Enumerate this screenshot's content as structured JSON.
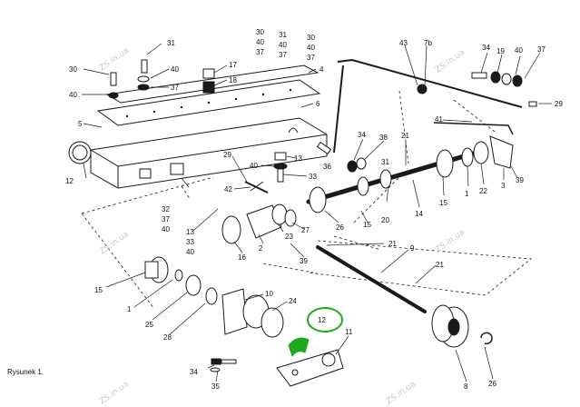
{
  "caption": "Rysunek 1.",
  "watermark": "ZS.in.ua",
  "labels": {
    "l31a": "31",
    "l40a": "40",
    "l37a": "37",
    "l30a": "30",
    "l40b": "40",
    "l17": "17",
    "l18": "18",
    "l30_c1": "30",
    "l40_c1": "40",
    "l37_c1": "37",
    "l31_c2": "31",
    "l40_c2": "40",
    "l37_c2": "37",
    "l30_c3": "30",
    "l40_c3": "40",
    "l37_c3": "37",
    "l4": "4",
    "l5": "5",
    "l6": "6",
    "l43": "43",
    "l7b": "7b",
    "l34a": "34",
    "l19": "19",
    "l40c": "40",
    "l37b": "37",
    "l29a": "29",
    "l41": "41",
    "l12a": "12",
    "l34b": "34",
    "l38": "38",
    "l21a": "21",
    "l36": "36",
    "l13a": "13",
    "l40d": "40",
    "l33a": "33",
    "l29b": "29",
    "l42": "42",
    "l32": "32",
    "l37c": "37",
    "l40e": "40",
    "l13b": "13",
    "l33b": "33",
    "l40f": "40",
    "l31b": "31",
    "l20": "20",
    "l14": "14",
    "l15a": "15",
    "l1a": "1",
    "l22": "22",
    "l3": "3",
    "l39a": "39",
    "l26a": "26",
    "l27": "27",
    "l23": "23",
    "l15b": "15",
    "l2": "2",
    "l16": "16",
    "l39b": "39",
    "l21b": "21",
    "l9": "9",
    "l21c": "21",
    "l15c": "15",
    "l1b": "1",
    "l25": "25",
    "l28": "28",
    "l10": "10",
    "l24": "24",
    "l12b": "12",
    "l11": "11",
    "l34c": "34",
    "l35": "35",
    "l8": "8",
    "l26b": "26"
  },
  "colors": {
    "line": "#1a1a1a",
    "highlight": "#1fa81f",
    "callout_ring": "#1fa81f",
    "watermark": "#c9c9c9"
  }
}
